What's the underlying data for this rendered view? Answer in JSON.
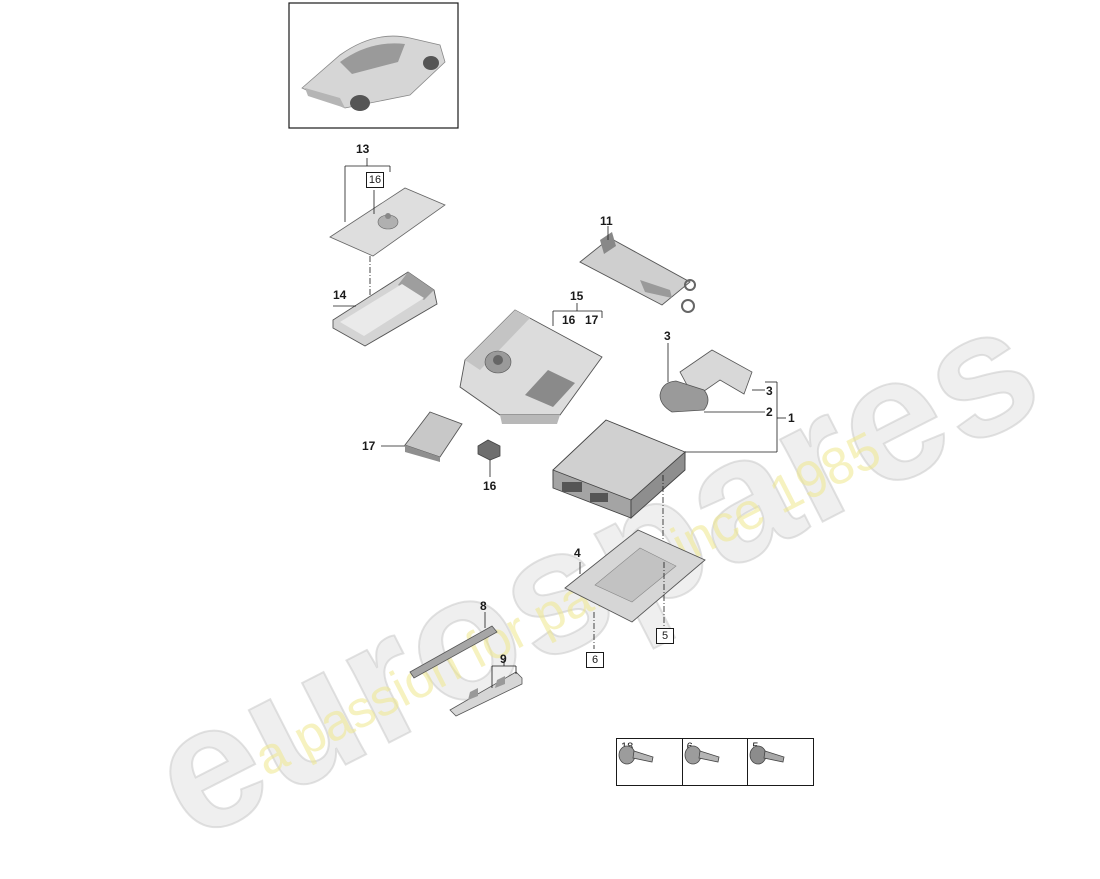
{
  "watermark": {
    "brand": "eurospares",
    "tagline": "a passion for parts since 1985"
  },
  "callouts": {
    "c13": "13",
    "c16_top": "16",
    "c14": "14",
    "c11": "11",
    "c15": "15",
    "c15_16": "16",
    "c15_17": "17",
    "c3a": "3",
    "c3b": "3",
    "c2": "2",
    "c1": "1",
    "c17": "17",
    "c16_bottom": "16",
    "c4": "4",
    "c5_box": "5",
    "c6_box": "6",
    "c8": "8",
    "c9": "9"
  },
  "fastener_table": {
    "cells": [
      {
        "number": "18",
        "icon": "screw-icon"
      },
      {
        "number": "6",
        "icon": "screw-icon"
      },
      {
        "number": "5",
        "icon": "screw-icon"
      }
    ]
  },
  "colors": {
    "line": "#1a1a1a",
    "part_fill": "#dcdcdc",
    "part_shade": "#a8a8a8",
    "watermark_grey": "#e1e1e1",
    "watermark_yellow": "#eee88c"
  }
}
